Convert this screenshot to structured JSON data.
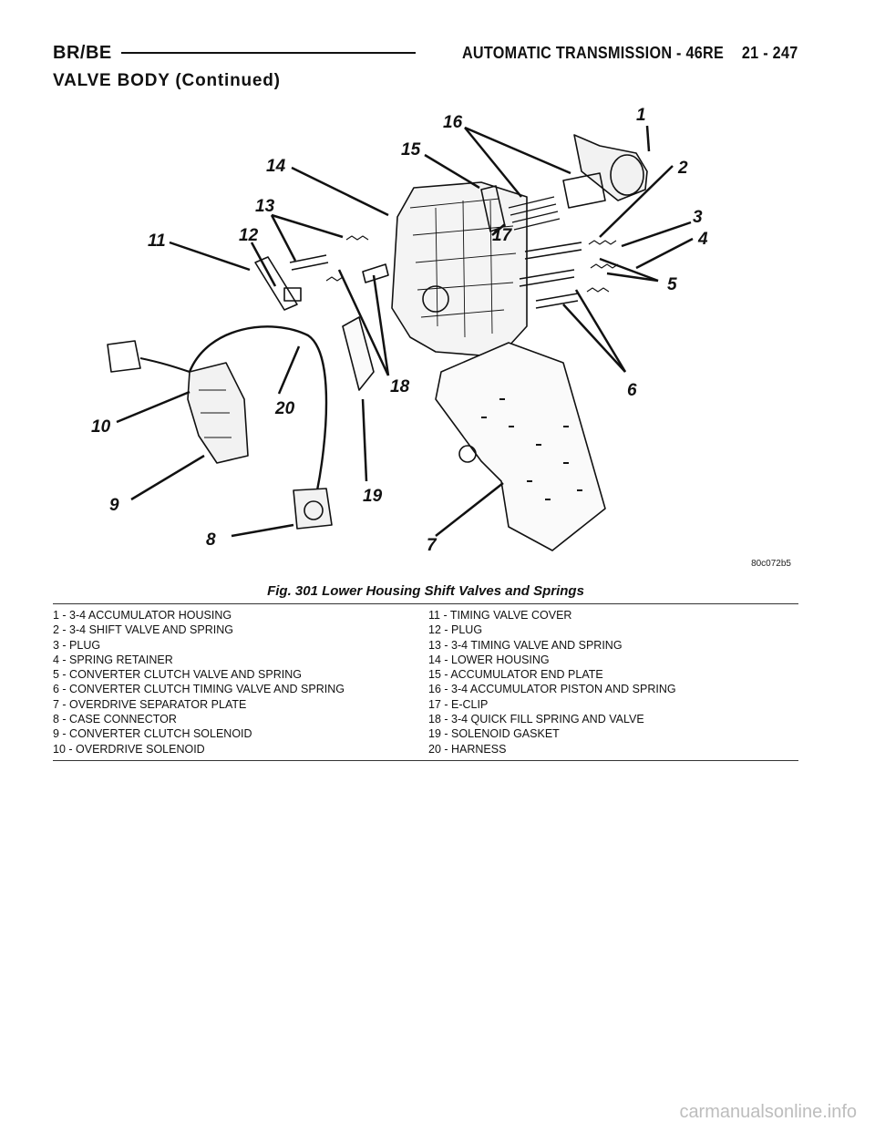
{
  "header": {
    "left": "BR/BE",
    "right": "AUTOMATIC TRANSMISSION - 46RE",
    "page": "21 - 247"
  },
  "section_title": "VALVE BODY (Continued)",
  "figure": {
    "code": "80c072b5",
    "callouts": [
      "1",
      "2",
      "3",
      "4",
      "5",
      "6",
      "7",
      "8",
      "9",
      "10",
      "11",
      "12",
      "13",
      "14",
      "15",
      "16",
      "17",
      "18",
      "19",
      "20"
    ]
  },
  "caption": "Fig. 301 Lower Housing Shift Valves and Springs",
  "legend": {
    "left": [
      "1 - 3-4 ACCUMULATOR HOUSING",
      "2 - 3-4 SHIFT VALVE AND SPRING",
      "3 - PLUG",
      "4 - SPRING RETAINER",
      "5 - CONVERTER CLUTCH VALVE AND SPRING",
      "6 - CONVERTER CLUTCH TIMING VALVE AND SPRING",
      "7 - OVERDRIVE SEPARATOR PLATE",
      "8 - CASE CONNECTOR",
      "9 - CONVERTER CLUTCH SOLENOID",
      "10 - OVERDRIVE SOLENOID"
    ],
    "right": [
      "11 - TIMING VALVE COVER",
      "12 - PLUG",
      "13 - 3-4 TIMING VALVE AND SPRING",
      "14 - LOWER HOUSING",
      "15 - ACCUMULATOR END PLATE",
      "16 - 3-4 ACCUMULATOR PISTON AND SPRING",
      "17 - E-CLIP",
      "18 - 3-4 QUICK FILL SPRING AND VALVE",
      "19 - SOLENOID GASKET",
      "20 - HARNESS"
    ]
  },
  "watermark": "carmanualsonline.info"
}
